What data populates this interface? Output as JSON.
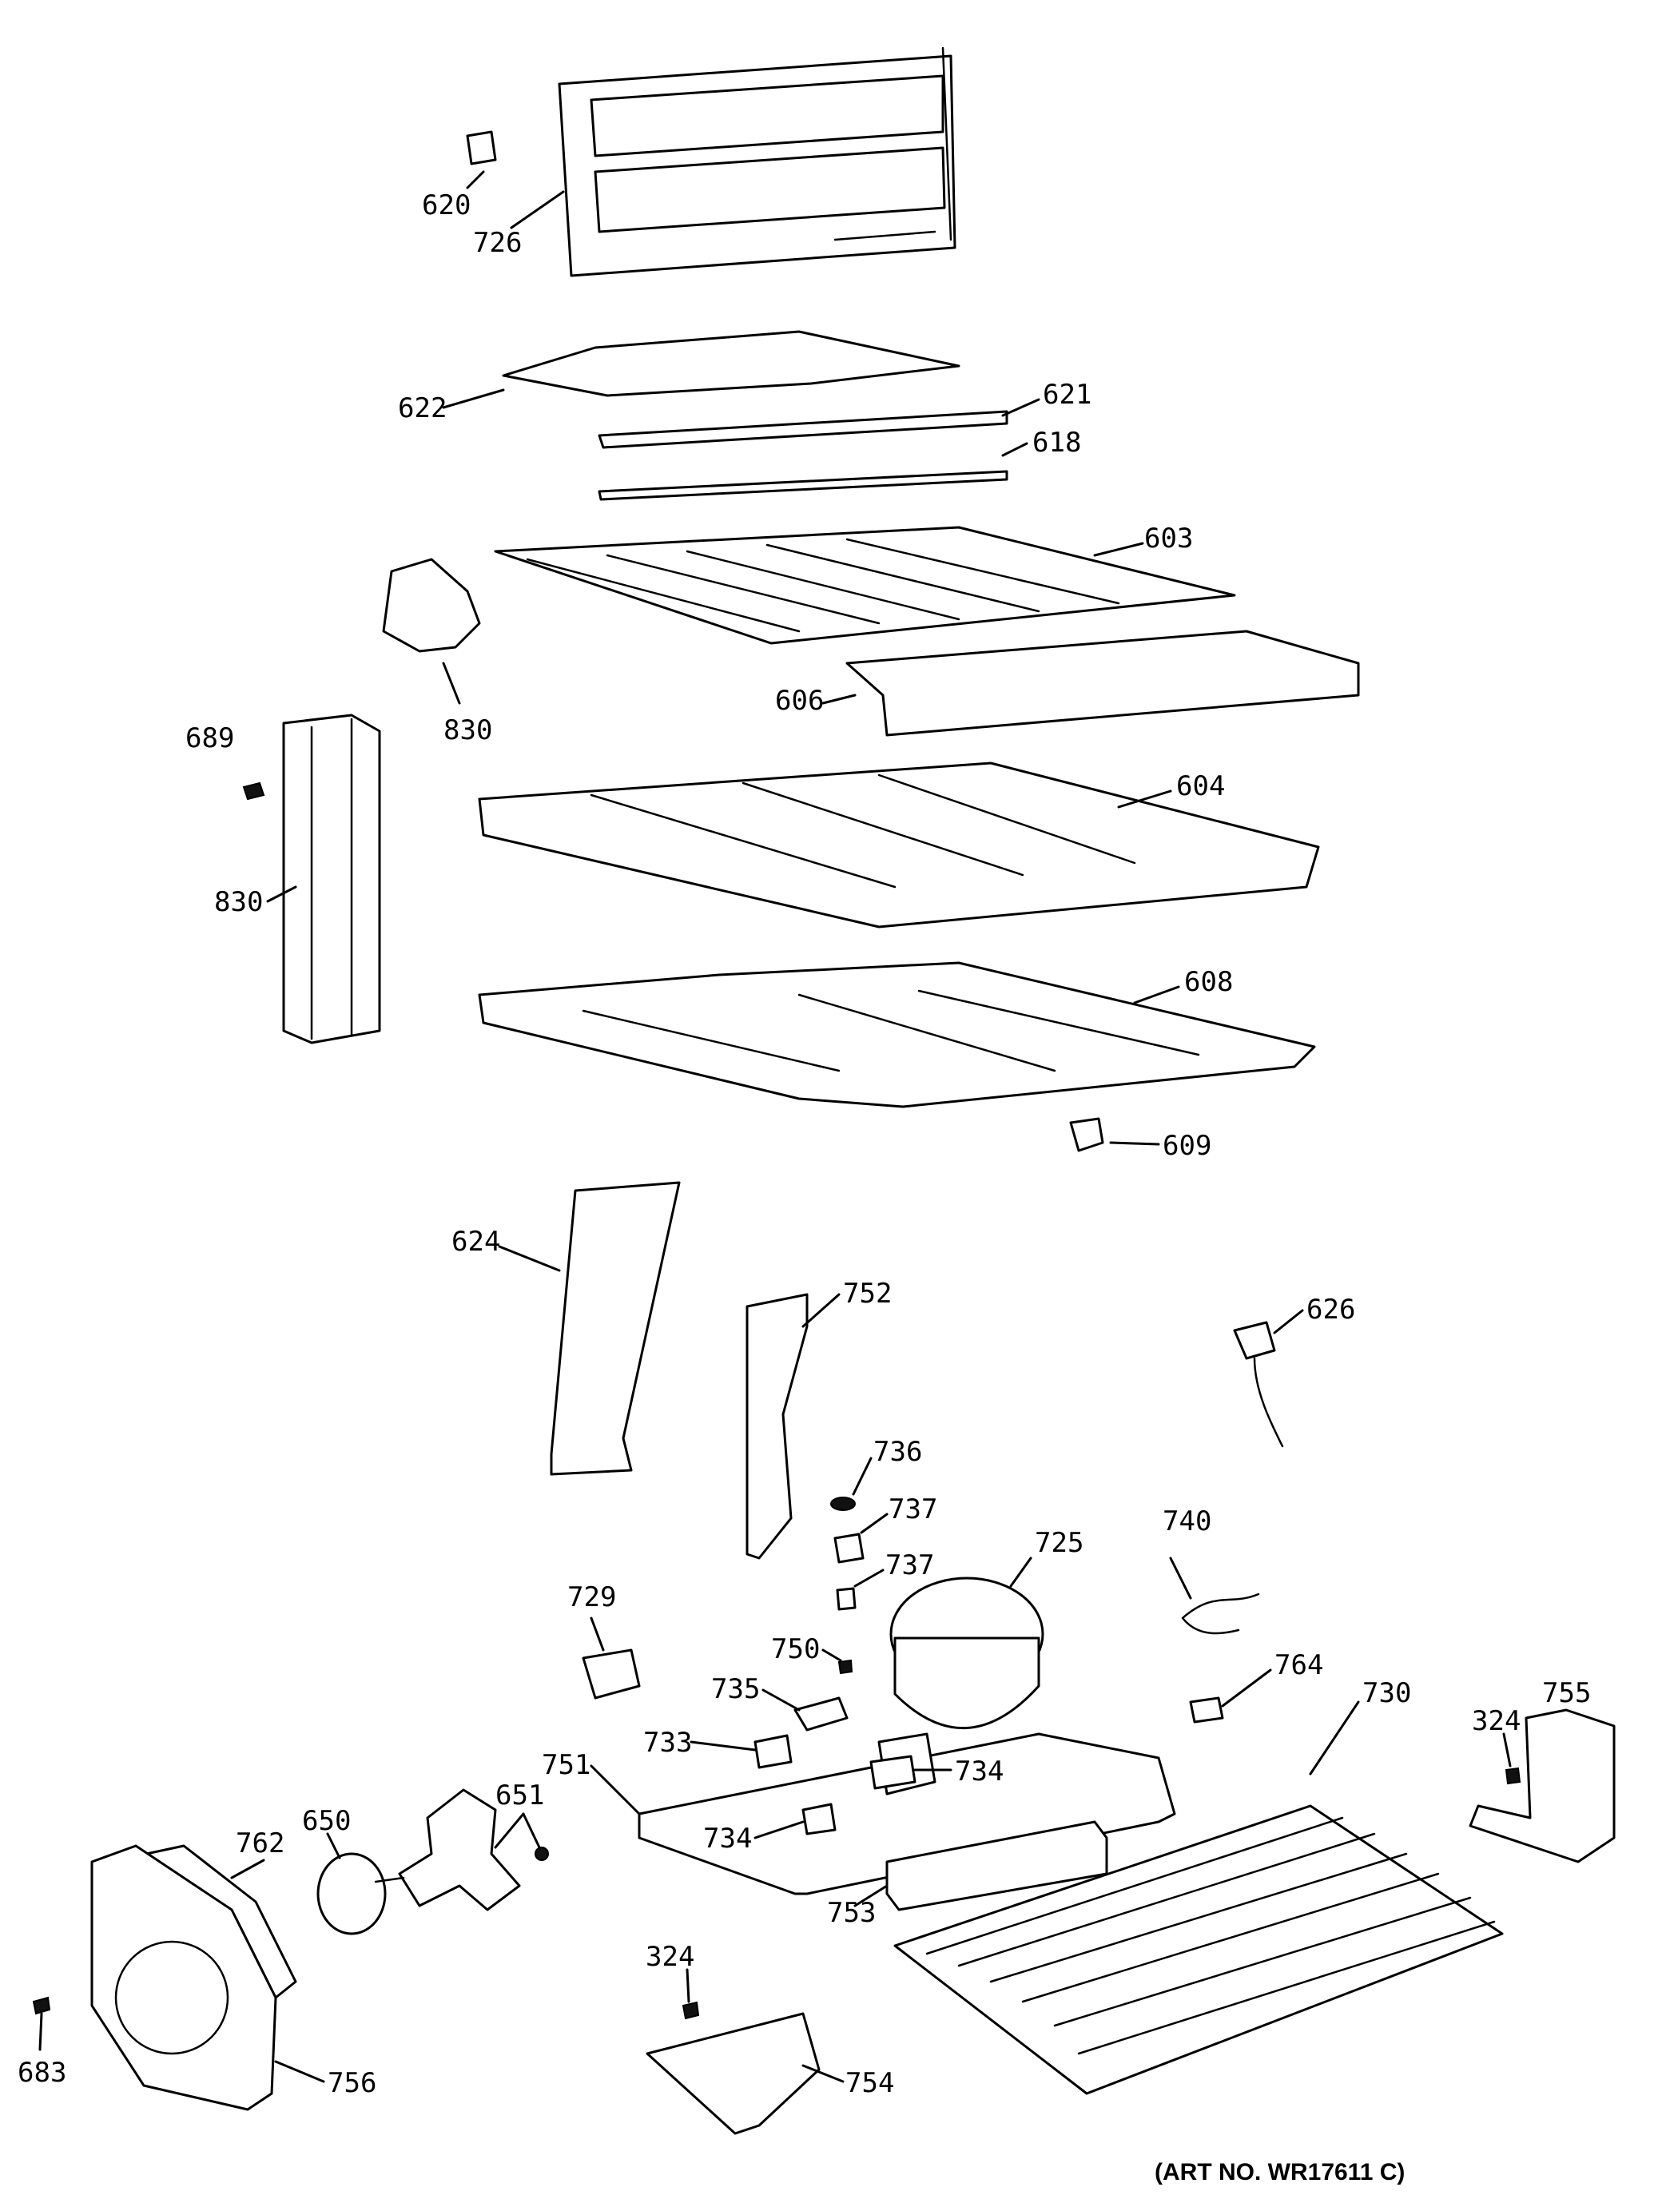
{
  "art_number": "(ART NO. WR17611 C)",
  "callouts": {
    "c620": "620",
    "c726": "726",
    "c622": "622",
    "c621": "621",
    "c618": "618",
    "c603": "603",
    "c830a": "830",
    "c606": "606",
    "c689": "689",
    "c830b": "830",
    "c604": "604",
    "c608": "608",
    "c609": "609",
    "c624": "624",
    "c752": "752",
    "c626": "626",
    "c736": "736",
    "c737a": "737",
    "c725": "725",
    "c740": "740",
    "c737b": "737",
    "c729": "729",
    "c750": "750",
    "c735": "735",
    "c764": "764",
    "c730": "730",
    "c324a": "324",
    "c755": "755",
    "c733": "733",
    "c734a": "734",
    "c651": "651",
    "c751": "751",
    "c734b": "734",
    "c762": "762",
    "c650": "650",
    "c753": "753",
    "c324b": "324",
    "c756": "756",
    "c683": "683",
    "c754": "754"
  }
}
